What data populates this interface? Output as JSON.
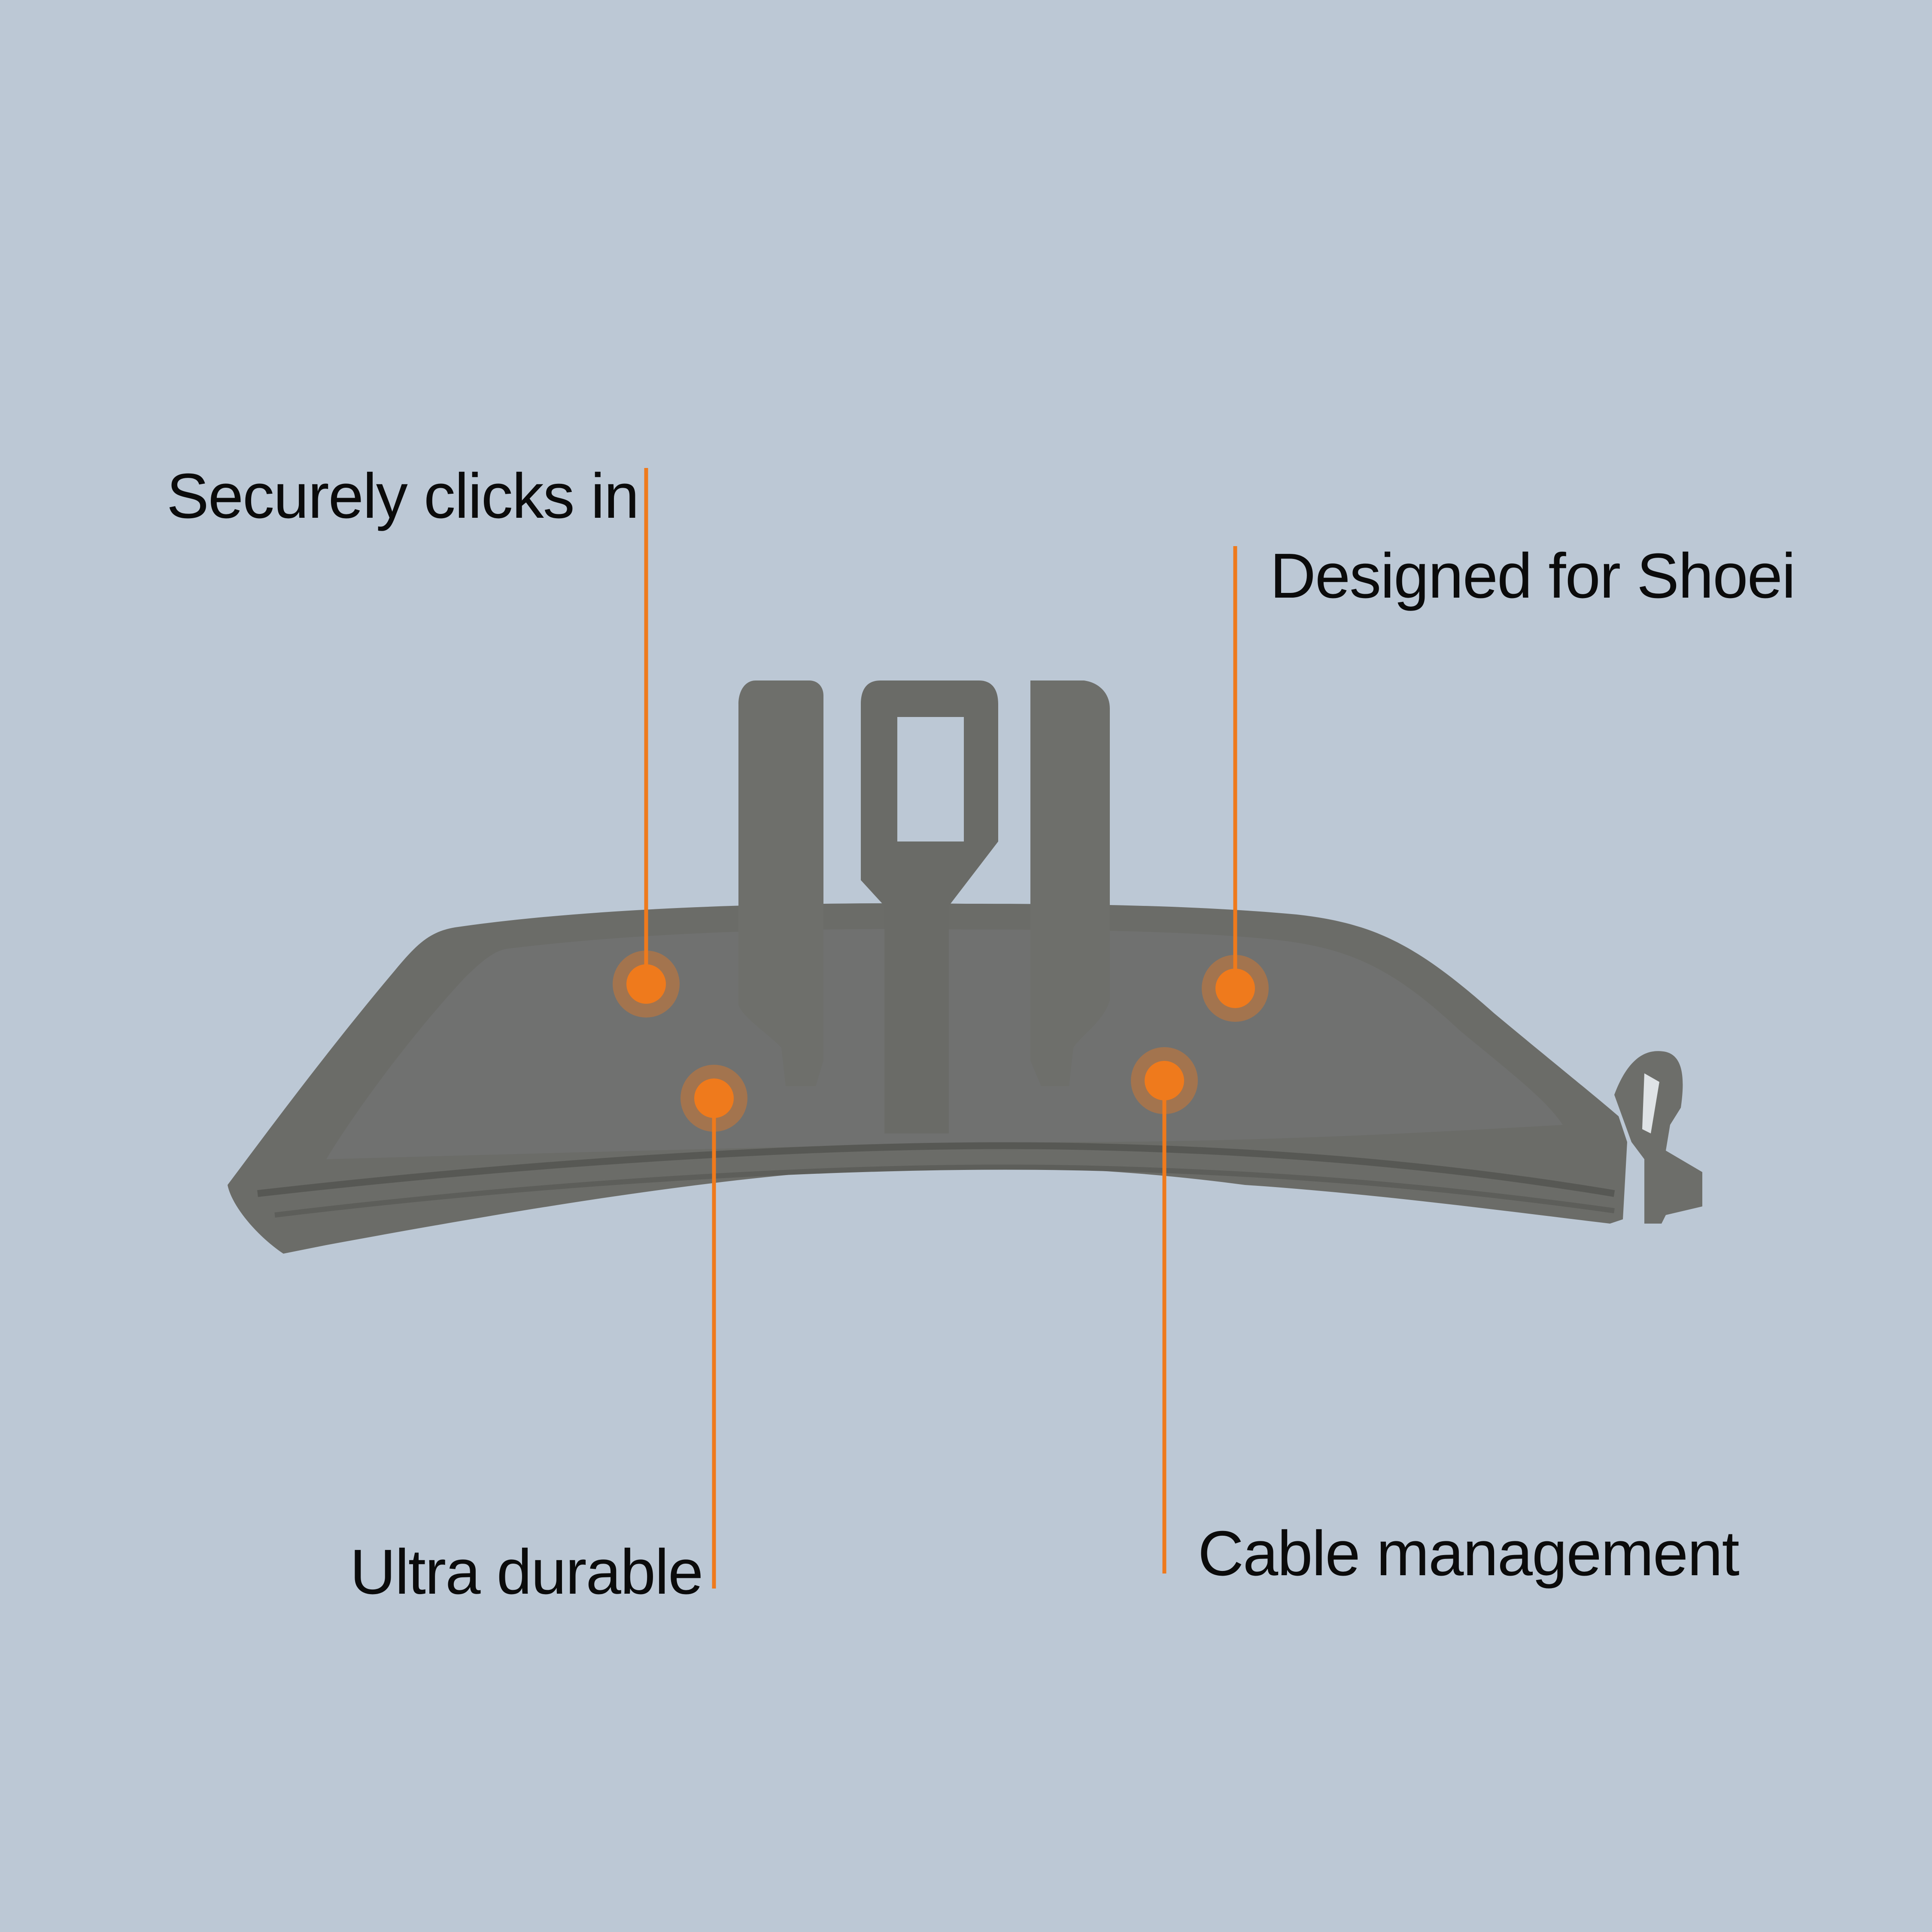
{
  "colors": {
    "background": "#bcc8d5",
    "product_body": "#6b6c68",
    "product_shadow": "#5a5b57",
    "product_highlight": "#7a7b77",
    "accent": "#ef7a1c",
    "label_text": "#0b0b0b"
  },
  "product": {
    "icon": "helmet-mount-bracket-icon"
  },
  "callouts": {
    "secure": {
      "label": "Securely clicks in",
      "icon": "hotspot-dot-icon"
    },
    "shoei": {
      "label": "Designed for Shoei",
      "icon": "hotspot-dot-icon"
    },
    "durable": {
      "label": "Ultra durable",
      "icon": "hotspot-dot-icon"
    },
    "cable": {
      "label": "Cable management",
      "icon": "hotspot-dot-icon"
    }
  }
}
